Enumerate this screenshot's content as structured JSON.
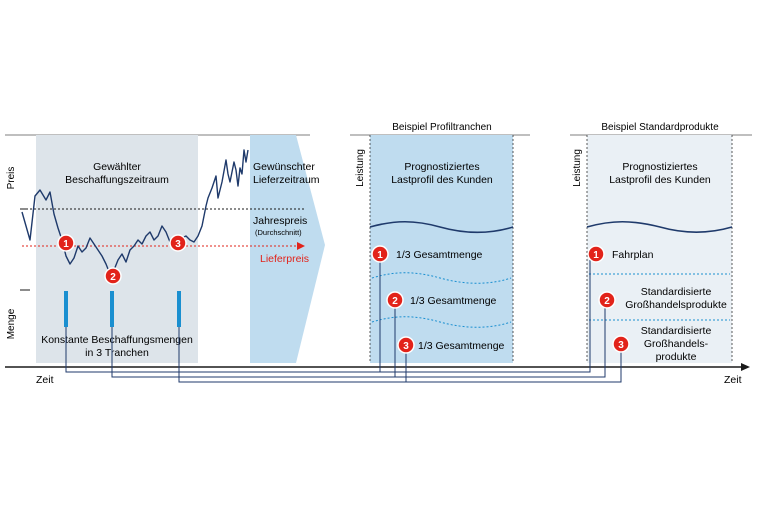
{
  "axes": {
    "preis": "Preis",
    "menge": "Menge",
    "zeit_left": "Zeit",
    "zeit_right": "Zeit",
    "leistung_1": "Leistung",
    "leistung_2": "Leistung"
  },
  "panel1": {
    "title_line1": "Gewählter",
    "title_line2": "Beschaffungszeitraum",
    "bottom_line1": "Konstante Beschaffungsmengen",
    "bottom_line2": "in 3 Tranchen"
  },
  "panel2": {
    "title_line1": "Gewünschter",
    "title_line2": "Lieferzeitraum",
    "jahrespreis": "Jahrespreis",
    "durchschnitt": "(Durchschnitt)",
    "lieferpreis": "Lieferpreis"
  },
  "panel3": {
    "header": "Beispiel Profiltranchen",
    "title_line1": "Prognostiziertes",
    "title_line2": "Lastprofil des Kunden",
    "tranche1": "1/3 Gesamtmenge",
    "tranche2": "1/3 Gesamtmenge",
    "tranche3": "1/3 Gesamtmenge"
  },
  "panel4": {
    "header": "Beispiel Standardprodukte",
    "title_line1": "Prognostiziertes",
    "title_line2": "Lastprofil des Kunden",
    "item1": "Fahrplan",
    "item2_line1": "Standardisierte",
    "item2_line2": "Großhandelsprodukte",
    "item3_line1": "Standardisierte",
    "item3_line2": "Großhandels-",
    "item3_line3": "produkte"
  },
  "markers": [
    "1",
    "2",
    "3"
  ],
  "colors": {
    "panel_gray": "#dde4ea",
    "panel_blue": "#bfdcef",
    "panel_light": "#eaf0f5",
    "line_navy": "#1f3a6b",
    "accent_blue": "#1a8fd0",
    "marker_red": "#e2231a"
  }
}
